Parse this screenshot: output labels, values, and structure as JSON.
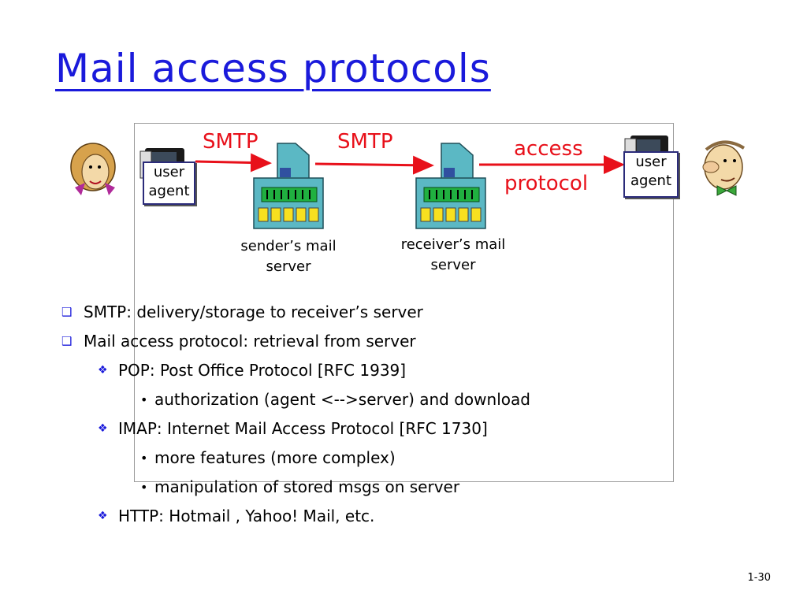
{
  "title": "Mail access protocols",
  "diagram": {
    "smtp_label_1": "SMTP",
    "smtp_label_2": "SMTP",
    "access_label": "access",
    "protocol_label": "protocol",
    "user_agent_left": [
      "user",
      "agent"
    ],
    "user_agent_right": [
      "user",
      "agent"
    ],
    "sender_server": [
      "sender’s mail",
      "server"
    ],
    "receiver_server": [
      "receiver’s mail",
      "server"
    ]
  },
  "bullets": [
    {
      "level": 1,
      "text": "SMTP: delivery/storage to receiver’s server"
    },
    {
      "level": 1,
      "text": "Mail access protocol: retrieval from server"
    },
    {
      "level": 2,
      "text": "POP: Post Office Protocol [RFC 1939]"
    },
    {
      "level": 3,
      "text": "authorization (agent <-->server) and download"
    },
    {
      "level": 2,
      "text": "IMAP: Internet Mail Access Protocol [RFC 1730]"
    },
    {
      "level": 3,
      "text": "more features (more complex)"
    },
    {
      "level": 3,
      "text": "manipulation of stored msgs on server"
    },
    {
      "level": 2,
      "text": "HTTP: Hotmail , Yahoo! Mail, etc."
    }
  ],
  "markers": {
    "level1": "❑",
    "level2": "❖",
    "level3": "•"
  },
  "slide_number": "1-30",
  "colors": {
    "title": "#1a1adb",
    "arrows": "#e8101a",
    "labels": "#e8101a"
  }
}
